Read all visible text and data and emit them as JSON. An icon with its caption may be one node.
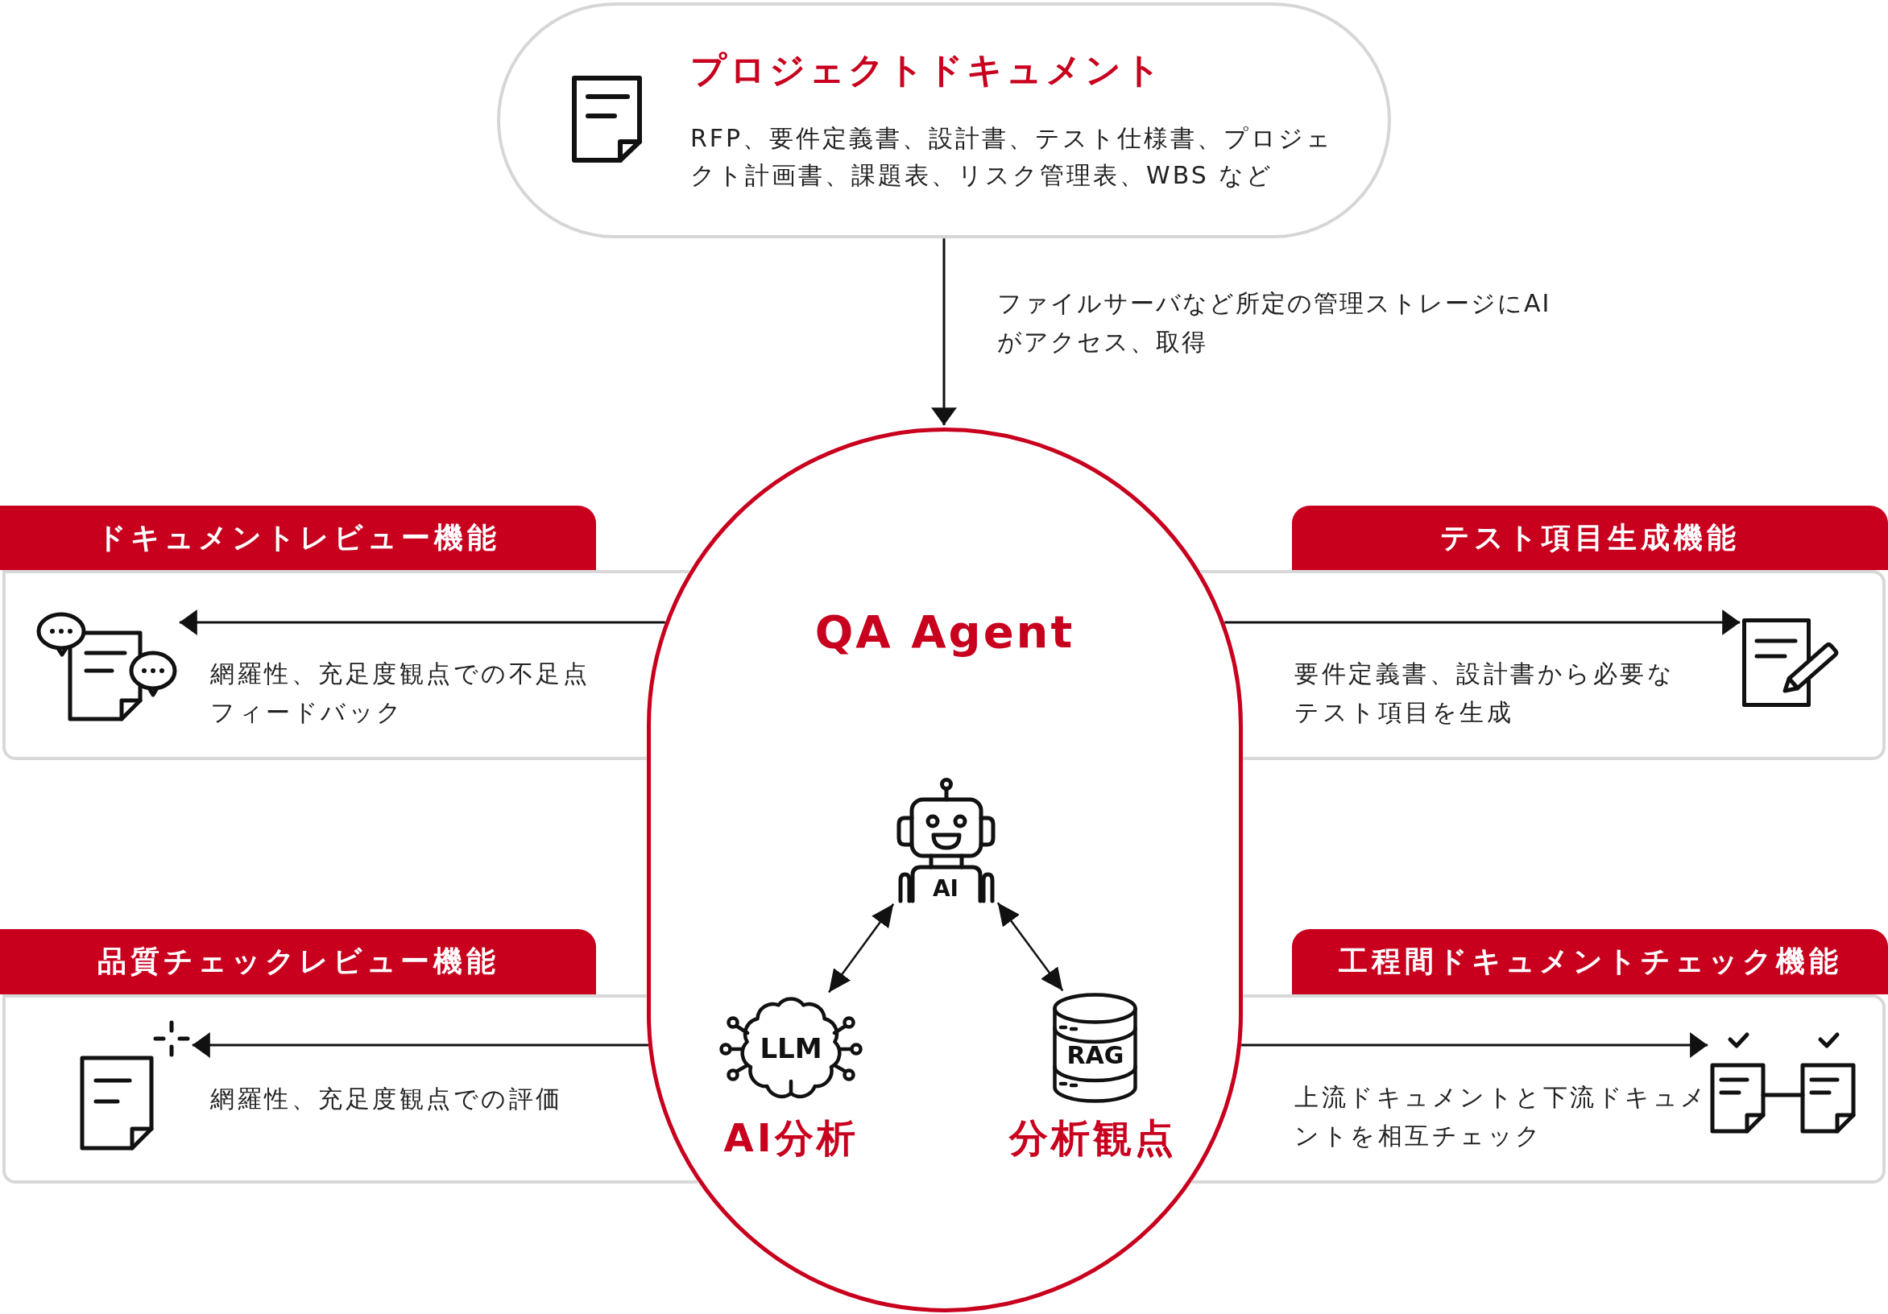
{
  "diagram": {
    "nodes": [
      {
        "text": [
          "プロジェクトドキュメント",
          "RFP、要件定義書、設計書、テスト仕様書、プロジェクト計画書、課題表、リスク管理表、WBS など"
        ]
      },
      {
        "text": [
          "QA Agent"
        ]
      },
      {
        "text": [
          "AI"
        ],
        "in": 1
      },
      {
        "text": [
          "LLM"
        ],
        "beside": [
          "AI分析"
        ],
        "in": 1
      },
      {
        "text": [
          "RAG"
        ],
        "beside": [
          "分析観点"
        ],
        "in": 1
      },
      {
        "text": [
          "ドキュメントレビュー機能",
          "網羅性、充足度観点での不足点フィードバック"
        ]
      },
      {
        "text": [],
        "shape": "picture",
        "in": 5
      },
      {
        "text": [
          "テスト項目生成機能",
          "要件定義書、設計書から必要なテスト項目を生成"
        ]
      },
      {
        "text": [],
        "shape": "picture",
        "in": 7
      },
      {
        "text": [
          "品質チェックレビュー機能",
          "網羅性、充足度観点での評価"
        ]
      },
      {
        "text": [],
        "shape": "picture",
        "in": 9
      },
      {
        "text": [
          "工程間ドキュメントチェック機能",
          "上流ドキュメントと下流ドキュメントを相互チェック"
        ]
      },
      {
        "text": [],
        "shape": "picture",
        "in": 11
      }
    ],
    "edges": [
      {
        "from": 0,
        "to": 1,
        "arrow": "to",
        "label": "ファイルサーバなど所定の管理ストレージにAIがアクセス、取得"
      },
      {
        "from": 1,
        "to": 6,
        "arrow": "to"
      },
      {
        "from": 1,
        "to": 8,
        "arrow": "to"
      },
      {
        "from": 1,
        "to": 10,
        "arrow": "to"
      },
      {
        "from": 1,
        "to": 12,
        "arrow": "to"
      },
      {
        "from": 2,
        "to": 3,
        "arrow": "both"
      },
      {
        "from": 2,
        "to": 4,
        "arrow": "both"
      }
    ]
  }
}
